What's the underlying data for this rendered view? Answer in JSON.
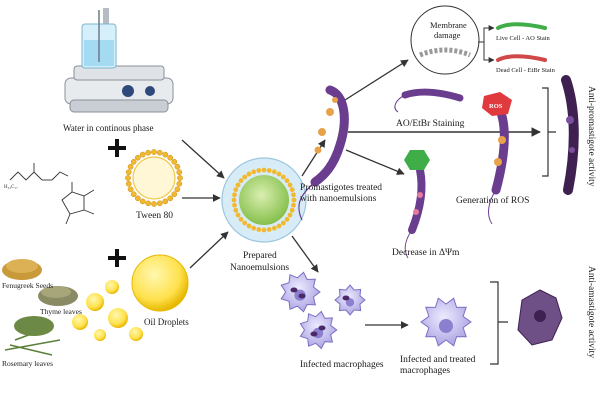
{
  "labels": {
    "water": "Water in continous phase",
    "tween": "Tween 80",
    "oil": "Oil Droplets",
    "fenugreek": "Fenugreek Seeds",
    "thyme": "Thyme leaves",
    "rosemary": "Rosemary leaves",
    "prepared": "Prepared",
    "nanoemulsions": "Nanoemulsions",
    "promastigotes_1": "Promastigotes treated",
    "promastigotes_2": "with nanoemulsions",
    "membrane_1": "Membrane",
    "membrane_2": "damage",
    "live_cell": "Live Cell - AO Stain",
    "dead_cell": "Dead Cell - EtBr Stain",
    "aoetbr": "AO/EtBr Staining",
    "decrease": "Decrease in ΔΨm",
    "ros": "Generation of ROS",
    "ros_badge": "ROS",
    "infected": "Infected macrophages",
    "treated_1": "Infected and treated",
    "treated_2": "macrophages",
    "anti_pro": "Anti-promastigote activity",
    "anti_ama": "Anti-amastigote activity"
  },
  "colors": {
    "parasite": "#6b3d8f",
    "parasite_light": "#9a6fb8",
    "macrophage": "#b9b3e6",
    "macrophage_dark": "#7b70c4",
    "droplet_core": "#ffe14d",
    "droplet_edge": "#e6b800",
    "nano_core": "#a8d36b",
    "nano_shell": "#cfe6f5",
    "arrow": "#333333",
    "ros_badge": "#e0393e",
    "green_badge": "#3fae49"
  }
}
